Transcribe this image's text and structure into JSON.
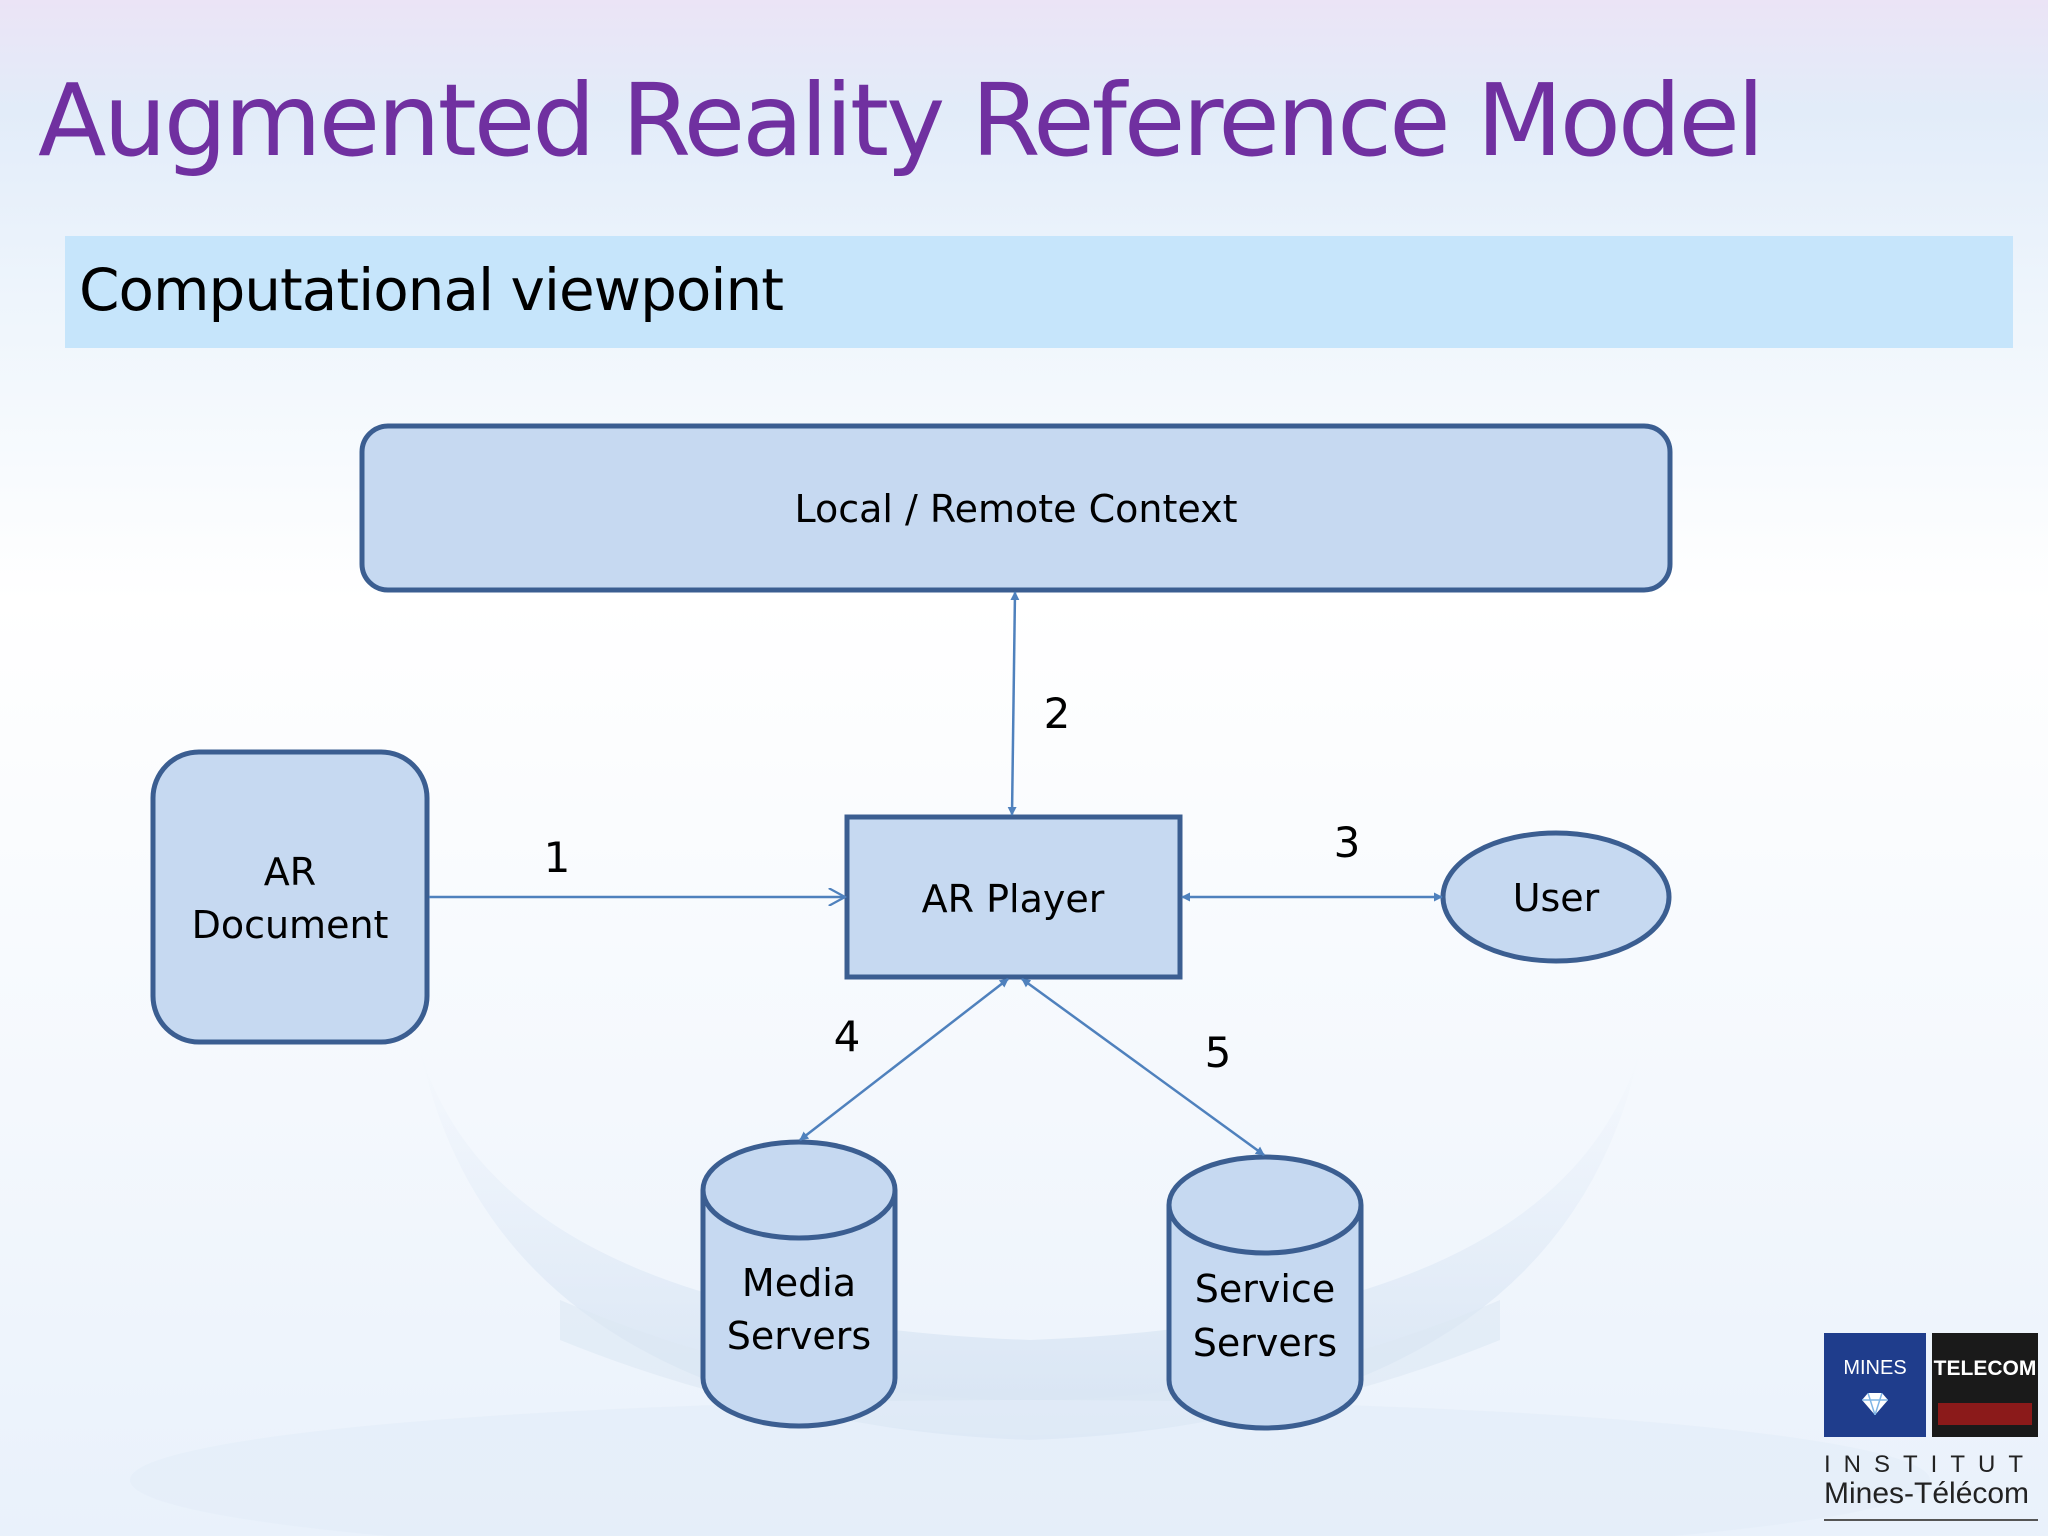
{
  "slide": {
    "title": "Augmented Reality Reference Model",
    "subtitle": "Computational viewpoint"
  },
  "diagram": {
    "nodes": {
      "context": "Local / Remote Context",
      "ar_document_line1": "AR",
      "ar_document_line2": "Document",
      "ar_player": "AR Player",
      "user": "User",
      "media_servers_line1": "Media",
      "media_servers_line2": "Servers",
      "service_servers_line1": "Service",
      "service_servers_line2": "Servers"
    },
    "edges": {
      "document_to_player": "1",
      "player_context": "2",
      "player_user": "3",
      "player_media": "4",
      "player_service": "5"
    }
  },
  "colors": {
    "node_fill": "#c6d9f1",
    "node_stroke": "#3b5e91",
    "arrow": "#4f81bd",
    "title": "#7030a0",
    "subtitle_bar": "#c6e5fb"
  },
  "logo": {
    "mines": "MINES",
    "telecom": "TELECOM",
    "institut": "INSTITUT",
    "name": "Mines-Télécom"
  }
}
